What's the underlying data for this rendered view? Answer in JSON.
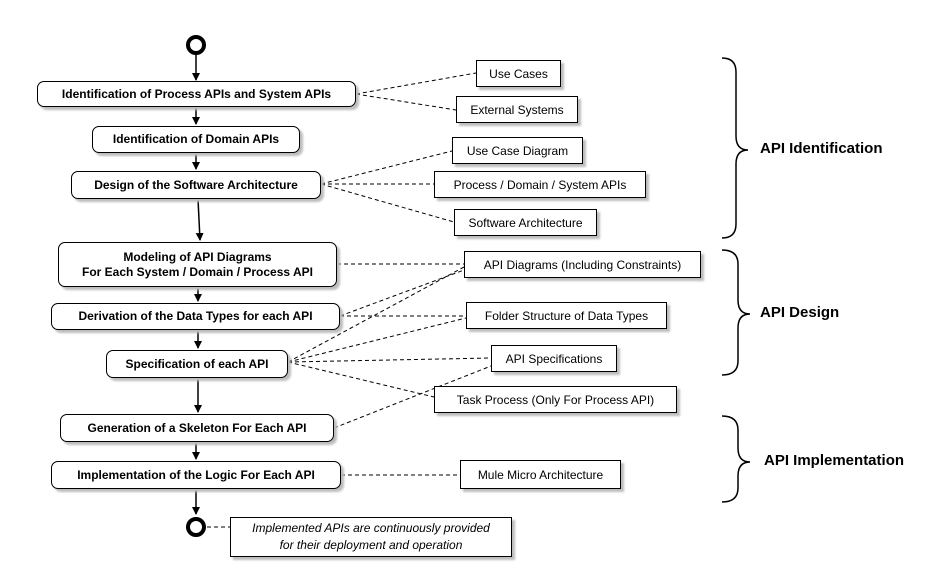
{
  "steps": [
    {
      "id": "s1",
      "label": "Identification of Process APIs and System APIs"
    },
    {
      "id": "s2",
      "label": "Identification of Domain APIs"
    },
    {
      "id": "s3",
      "label": "Design of the Software Architecture"
    },
    {
      "id": "s4",
      "label": "Modeling of API Diagrams\nFor Each System / Domain / Process API"
    },
    {
      "id": "s5",
      "label": "Derivation of the Data Types for each API"
    },
    {
      "id": "s6",
      "label": "Specification of each API"
    },
    {
      "id": "s7",
      "label": "Generation of  a Skeleton For Each API"
    },
    {
      "id": "s8",
      "label": "Implementation of the Logic For  Each API"
    }
  ],
  "artifacts": [
    {
      "id": "a1",
      "label": "Use Cases"
    },
    {
      "id": "a2",
      "label": "External Systems"
    },
    {
      "id": "a3",
      "label": "Use Case Diagram"
    },
    {
      "id": "a4",
      "label": "Process / Domain / System APIs"
    },
    {
      "id": "a5",
      "label": "Software Architecture"
    },
    {
      "id": "a6",
      "label": "API Diagrams (Including Constraints)"
    },
    {
      "id": "a7",
      "label": "Folder Structure of Data Types"
    },
    {
      "id": "a8",
      "label": "API Specifications"
    },
    {
      "id": "a9",
      "label": "Task Process (Only For Process API)"
    },
    {
      "id": "a10",
      "label": "Mule Micro Architecture"
    }
  ],
  "note": "Implemented APIs are continuously provided\nfor their deployment and operation",
  "phases": [
    {
      "id": "p1",
      "label": "API Identification"
    },
    {
      "id": "p2",
      "label": "API Design"
    },
    {
      "id": "p3",
      "label": "API Implementation"
    }
  ],
  "colors": {
    "line": "#000000",
    "shadow": "#bdbdbd",
    "background": "#ffffff"
  }
}
